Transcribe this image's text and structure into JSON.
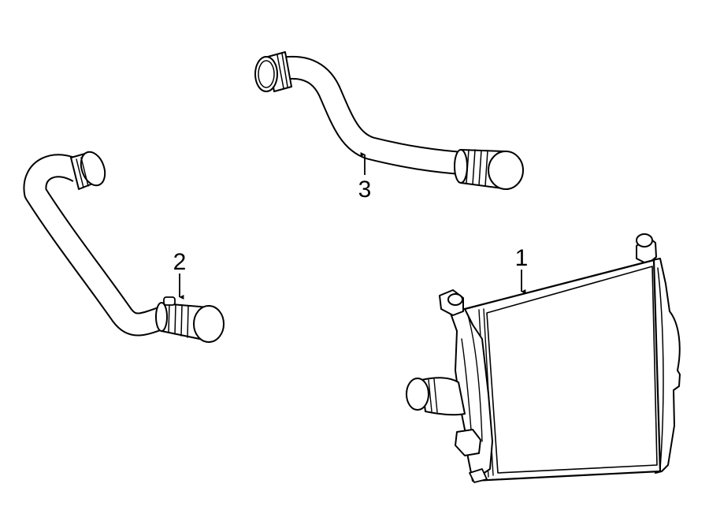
{
  "colors": {
    "ink": "#000000",
    "background": "#ffffff"
  },
  "parts": [
    {
      "id": "intercooler",
      "callout": "1"
    },
    {
      "id": "lower-hose",
      "callout": "2"
    },
    {
      "id": "upper-hose",
      "callout": "3"
    }
  ]
}
